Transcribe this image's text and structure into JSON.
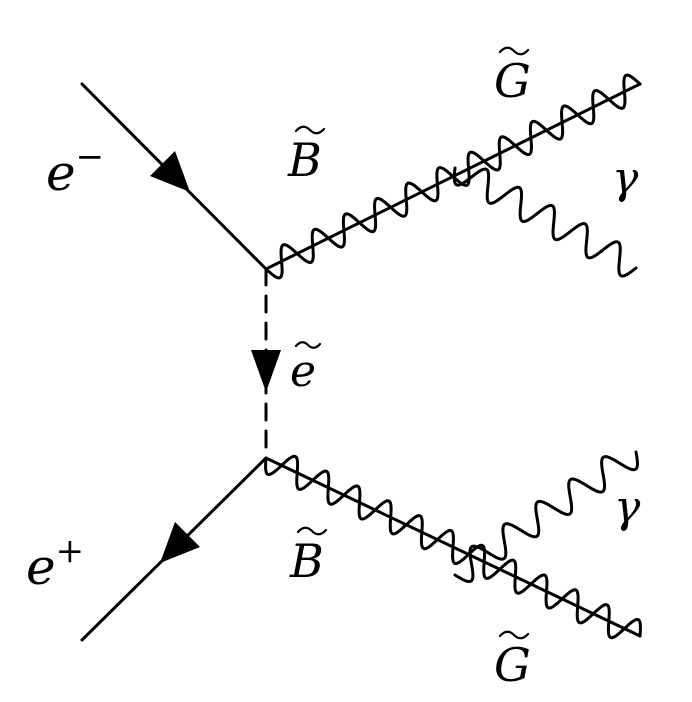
{
  "diagram": {
    "labels": {
      "electron": {
        "base": "e",
        "sup": "−"
      },
      "positron": {
        "base": "e",
        "sup": "+"
      },
      "bino_top": "B",
      "bino_bottom": "B",
      "selectron": "e",
      "gravitino_top": "G",
      "gravitino_bottom": "G",
      "photon_top": "γ",
      "photon_bottom": "γ"
    },
    "colors": {
      "line": "#000000",
      "background": "#ffffff"
    }
  }
}
